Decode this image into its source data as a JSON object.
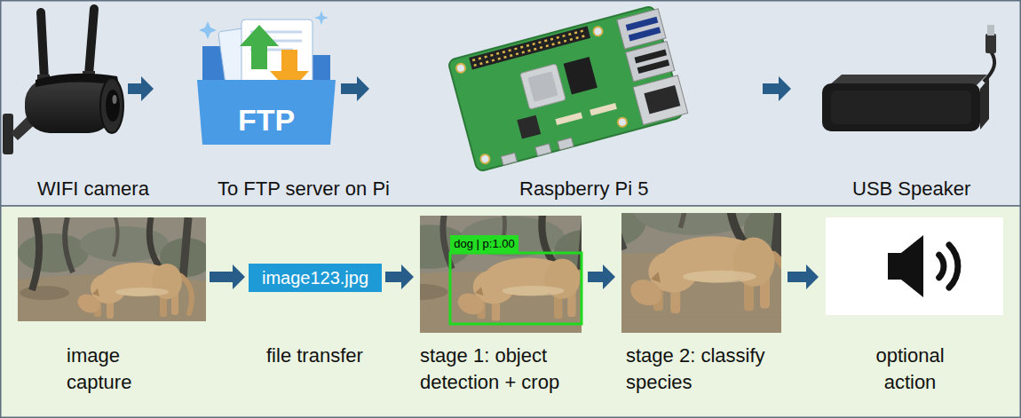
{
  "diagram": {
    "nodes": [
      {
        "text": [
          "WIFI camera"
        ]
      },
      {
        "text": [
          "To FTP server on Pi"
        ]
      },
      {
        "text": [
          "Raspberry Pi 5"
        ]
      },
      {
        "text": [
          "USB Speaker"
        ]
      },
      {
        "text": [
          "image capture"
        ]
      },
      {
        "text": [
          "image123.jpg",
          "file transfer"
        ]
      },
      {
        "text": [
          "stage 1: object detection + crop"
        ]
      },
      {
        "text": [
          "dog | p:1.00"
        ],
        "in": 6
      },
      {
        "text": [
          "stage 2: classify species"
        ]
      },
      {
        "text": [
          "optional action"
        ]
      }
    ],
    "edges": [
      {
        "from": 0,
        "to": 1,
        "arrow": "to"
      },
      {
        "from": 1,
        "to": 2,
        "arrow": "to"
      },
      {
        "from": 2,
        "to": 3,
        "arrow": "to"
      },
      {
        "from": 4,
        "to": 5,
        "arrow": "to"
      },
      {
        "from": 5,
        "to": 6,
        "arrow": "to"
      },
      {
        "from": 6,
        "to": 8,
        "arrow": "to"
      },
      {
        "from": 8,
        "to": 9,
        "arrow": "to"
      }
    ],
    "labels": [
      "FTP"
    ]
  }
}
